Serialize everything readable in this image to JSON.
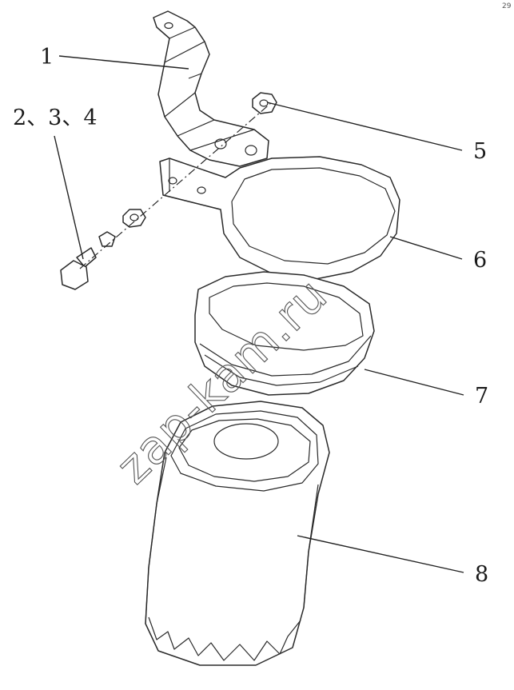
{
  "diagram": {
    "corner_mark": "29",
    "callouts": [
      {
        "id": "1",
        "text": "1"
      },
      {
        "id": "2",
        "text": "2、3、4"
      },
      {
        "id": "5",
        "text": "5"
      },
      {
        "id": "6",
        "text": "6"
      },
      {
        "id": "7",
        "text": "7"
      },
      {
        "id": "8",
        "text": "8"
      }
    ],
    "watermark": "zap-kam.ru"
  }
}
